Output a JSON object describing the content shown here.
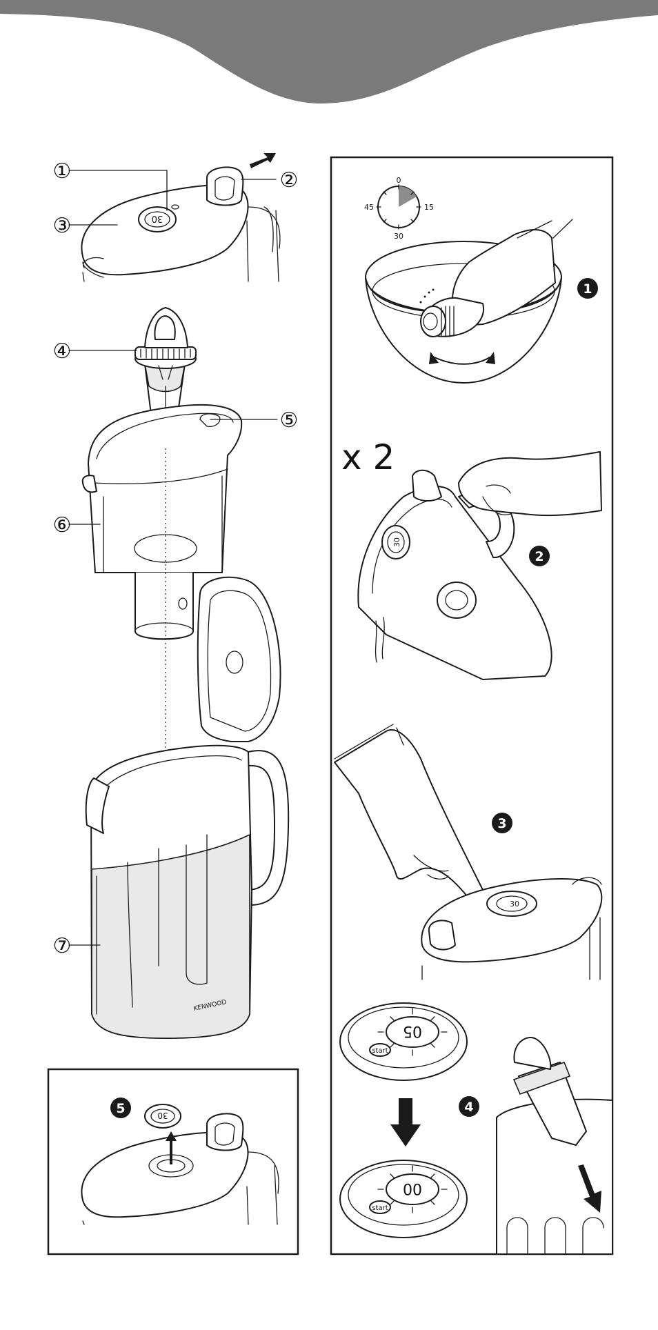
{
  "header": {
    "band_color": "#7a7a7a"
  },
  "callouts": {
    "c1": "①",
    "c2": "②",
    "c3": "③",
    "c4": "④",
    "c5": "⑤",
    "c6": "⑥",
    "c7": "⑦"
  },
  "lid_display": "30",
  "brand": "KENWOOD",
  "timer": {
    "t0": "0",
    "t15": "15",
    "t30": "30",
    "t45": "45"
  },
  "steps": {
    "s1": "1",
    "s2": "2",
    "s3": "3",
    "s4": "4",
    "s5": "5"
  },
  "repeat_label": "x 2",
  "counter": {
    "before": "05",
    "after": "00",
    "start": "start"
  }
}
